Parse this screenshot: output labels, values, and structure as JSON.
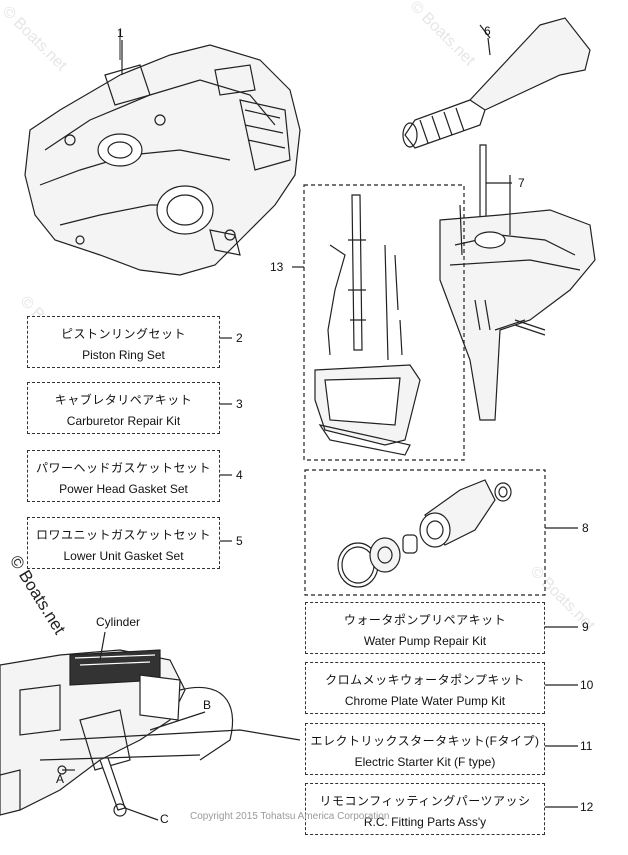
{
  "callouts": {
    "c1": "1",
    "c2": "2",
    "c3": "3",
    "c4": "4",
    "c5": "5",
    "c6": "6",
    "c7": "7",
    "c8": "8",
    "c9": "9",
    "c10": "10",
    "c11": "11",
    "c12": "12",
    "c13": "13"
  },
  "kits": [
    {
      "jp": "ピストンリングセット",
      "en": "Piston Ring Set"
    },
    {
      "jp": "キャブレタリペアキット",
      "en": "Carburetor Repair Kit"
    },
    {
      "jp": "パワーヘッドガスケットセット",
      "en": "Power Head Gasket Set"
    },
    {
      "jp": "ロワユニットガスケットセット",
      "en": "Lower Unit Gasket Set"
    },
    {
      "jp": "ウォータポンプリペアキット",
      "en": "Water Pump Repair Kit"
    },
    {
      "jp": "クロムメッキウォータポンプキット",
      "en": "Chrome Plate Water Pump Kit"
    },
    {
      "jp": "エレクトリックスタータキット(Fタイプ)",
      "en": "Electric Starter Kit (F type)"
    },
    {
      "jp": "リモコンフィッティングパーツアッシ",
      "en": "R.C. Fitting Parts Ass'y"
    }
  ],
  "inset": {
    "cylinder": "Cylinder",
    "a": "A",
    "b": "B",
    "c": "C"
  },
  "copyright": "Copyright 2015 Tohatsu America Corporation",
  "watermark": "© Boats.net",
  "colors": {
    "line": "#222222",
    "watermark": "#e6e6e6"
  }
}
